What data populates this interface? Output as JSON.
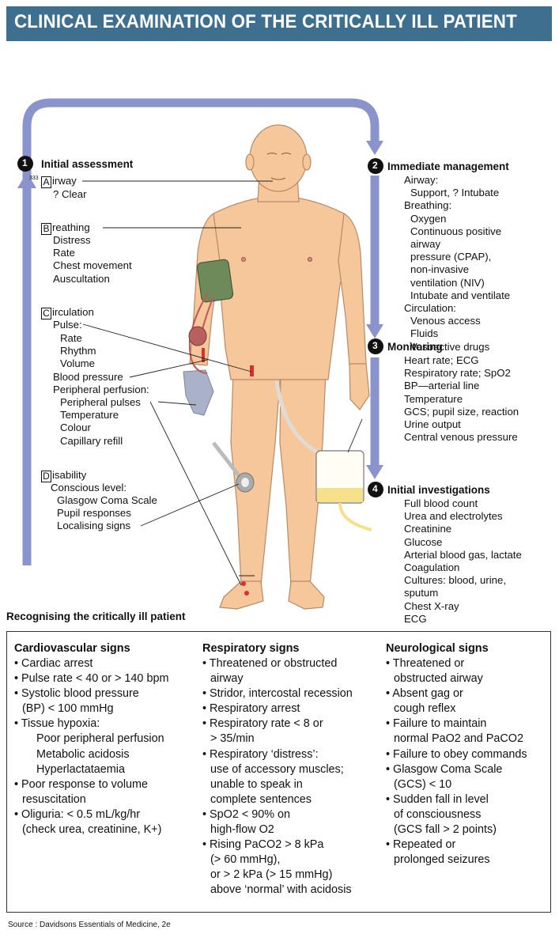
{
  "header": {
    "title": "CLINICAL EXAMINATION OF THE CRITICALLY ILL PATIENT"
  },
  "colors": {
    "banner": "#3f6f8f",
    "arrow": "#8b93cc",
    "skin": "#f6c79b",
    "cuff": "#6f8a5a",
    "urine": "#f7e08a"
  },
  "steps": [
    {
      "num": "1",
      "title": "Initial assessment"
    },
    {
      "num": "2",
      "title": "Immediate management"
    },
    {
      "num": "3",
      "title": "Monitoring"
    },
    {
      "num": "4",
      "title": "Initial investigations"
    }
  ],
  "assessment": {
    "a": {
      "letter": "A",
      "rest": "irway",
      "lines": [
        "? Clear"
      ]
    },
    "b": {
      "letter": "B",
      "rest": "reathing",
      "lines": [
        "Distress",
        "Rate",
        "Chest movement",
        "Auscultation"
      ]
    },
    "c": {
      "letter": "C",
      "rest": "irculation",
      "lines": [
        "Pulse:",
        "Rate",
        "Rhythm",
        "Volume",
        "Blood pressure",
        "Peripheral perfusion:",
        "Peripheral pulses",
        "Temperature",
        "Colour",
        "Capillary refill"
      ]
    },
    "d": {
      "letter": "D",
      "rest": "isability",
      "lines": [
        "Conscious level:",
        "Glasgow Coma Scale",
        "Pupil responses",
        "Localising signs"
      ]
    },
    "page_ref": "333"
  },
  "management": {
    "lines": [
      "Airway:",
      "Support, ? Intubate",
      "Breathing:",
      "Oxygen",
      "Continuous positive",
      "airway",
      "pressure (CPAP),",
      "non-invasive",
      "ventilation (NIV)",
      "Intubate and ventilate",
      "Circulation:",
      "Venous access",
      "Fluids",
      "Vasoactive drugs"
    ]
  },
  "monitoring": {
    "lines": [
      "Heart rate; ECG",
      "Respiratory rate; SpO2",
      "BP—arterial line",
      "Temperature",
      "GCS; pupil size, reaction",
      "Urine output",
      "Central venous pressure"
    ]
  },
  "investigations": {
    "lines": [
      "Full blood count",
      "Urea and electrolytes",
      "Creatinine",
      "Glucose",
      "Arterial blood gas, lactate",
      "Coagulation",
      "Cultures: blood, urine,",
      "sputum",
      "Chest X-ray",
      "ECG"
    ]
  },
  "recognising": {
    "title": "Recognising the critically ill patient"
  },
  "signs": {
    "cardio": {
      "title": "Cardiovascular signs",
      "lines": [
        "• Cardiac arrest",
        "• Pulse rate < 40 or > 140 bpm",
        "• Systolic blood pressure",
        "(BP) < 100 mmHg",
        "• Tissue hypoxia:",
        "Poor peripheral perfusion",
        "Metabolic acidosis",
        "Hyperlactataemia",
        "• Poor response to volume",
        "resuscitation",
        "• Oliguria: < 0.5 mL/kg/hr",
        "(check urea, creatinine, K+)"
      ]
    },
    "resp": {
      "title": "Respiratory signs",
      "lines": [
        "• Threatened or obstructed",
        "airway",
        "• Stridor, intercostal recession",
        "• Respiratory arrest",
        "• Respiratory rate < 8 or",
        "> 35/min",
        "• Respiratory ‘distress’:",
        "use of accessory muscles;",
        "unable to speak in",
        "complete sentences",
        "• SpO2 < 90% on",
        "high-flow O2",
        "• Rising PaCO2 > 8 kPa",
        "(> 60 mmHg),",
        "or > 2 kPa (> 15 mmHg)",
        "above ‘normal’ with acidosis"
      ]
    },
    "neuro": {
      "title": "Neurological signs",
      "lines": [
        "• Threatened or",
        "obstructed airway",
        "• Absent gag or",
        "cough reflex",
        "• Failure to maintain",
        "normal PaO2 and PaCO2",
        "• Failure to obey commands",
        "• Glasgow Coma Scale",
        "(GCS) < 10",
        "• Sudden fall in level",
        "of consciousness",
        "(GCS fall > 2 points)",
        "• Repeated or",
        "prolonged seizures"
      ]
    }
  },
  "source": "Source : Davidsons Essentials of Medicine, 2e"
}
